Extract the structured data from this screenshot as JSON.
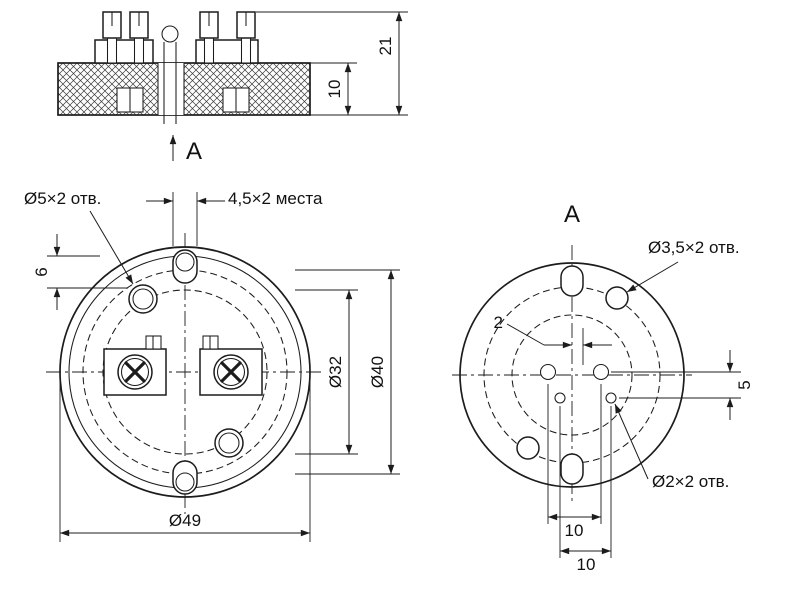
{
  "colors": {
    "line": "#1c1c1c",
    "background": "#ffffff"
  },
  "section_view": {
    "dim_plate_thickness": "10",
    "dim_total_height": "21",
    "view_direction_label": "A"
  },
  "front_view": {
    "label_holes_d5": "Ø5×2 отв.",
    "label_slots": "4,5×2 места",
    "dim_offset_6": "6",
    "dim_d32": "Ø32",
    "dim_d40": "Ø40",
    "dim_d49": "Ø49"
  },
  "view_a": {
    "view_title": "A",
    "label_holes_d35": "Ø3,5×2 отв.",
    "dim_offset_2": "2",
    "dim_offset_5": "5",
    "label_holes_d2": "Ø2×2 отв.",
    "dim_spacing_10_upper": "10",
    "dim_spacing_10_lower": "10"
  }
}
